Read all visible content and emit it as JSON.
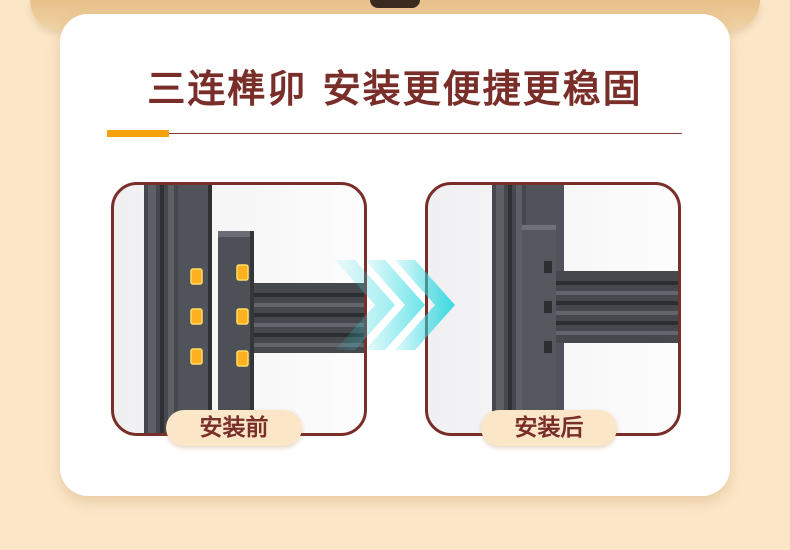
{
  "headline": "三连榫卯 安装更便捷更稳固",
  "panels": {
    "before_label": "安装前",
    "after_label": "安装后"
  },
  "colors": {
    "title": "#7a2e2a",
    "accent": "#f5a20a",
    "arrow": "#2fd8e0",
    "metal": "#4a4d52"
  }
}
